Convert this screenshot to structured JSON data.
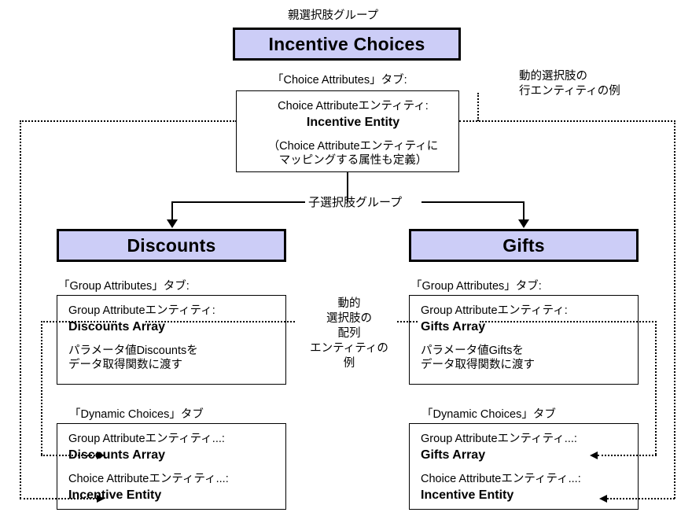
{
  "diagram": {
    "title": "Incentive Choices dynamic choice group structure",
    "colors": {
      "group_box_fill": "#cccdf7",
      "stroke": "#000000",
      "background": "#ffffff"
    }
  },
  "captions": {
    "parent_group": "親選択肢グループ",
    "child_group": "子選択肢グループ",
    "choice_attributes_tab": "「Choice Attributes」タブ:",
    "group_attributes_tab_left": "「Group Attributes」タブ:",
    "group_attributes_tab_right": "「Group Attributes」タブ:",
    "dynamic_choices_tab_left": "「Dynamic Choices」タブ",
    "dynamic_choices_tab_right": "「Dynamic Choices」タブ"
  },
  "annotations": {
    "row_entity_example": "動的選択肢の\n行エンティティの例",
    "array_entity_example": "動的\n選択肢の\n配列\nエンティティの\n例"
  },
  "groups": {
    "parent": {
      "label": "Incentive Choices"
    },
    "child_left": {
      "label": "Discounts"
    },
    "child_right": {
      "label": "Gifts"
    }
  },
  "boxes": {
    "choice_attribute": {
      "entity_label": "Choice Attributeエンティティ:",
      "entity_name": "Incentive Entity",
      "note_line1": "（Choice Attributeエンティティに",
      "note_line2": "マッピングする属性も定義）"
    },
    "group_attributes_left": {
      "entity_label": "Group Attributeエンティティ:",
      "entity_name": "Discounts Array",
      "note_line1": "パラメータ値Discountsを",
      "note_line2": "データ取得関数に渡す"
    },
    "group_attributes_right": {
      "entity_label": "Group Attributeエンティティ:",
      "entity_name": "Gifts Array",
      "note_line1": "パラメータ値Giftsを",
      "note_line2": "データ取得関数に渡す"
    },
    "dynamic_choices_left": {
      "group_entity_label": "Group Attributeエンティティ...:",
      "group_entity_name": "Discounts Array",
      "choice_entity_label": "Choice Attributeエンティティ...:",
      "choice_entity_name": "Incentive Entity"
    },
    "dynamic_choices_right": {
      "group_entity_label": "Group Attributeエンティティ...:",
      "group_entity_name": "Gifts Array",
      "choice_entity_label": "Choice Attributeエンティティ...:",
      "choice_entity_name": "Incentive Entity"
    }
  }
}
